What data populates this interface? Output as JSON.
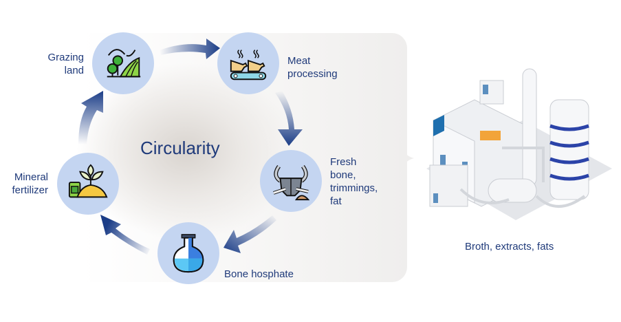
{
  "diagram": {
    "center_title": "Circularity",
    "nodes": [
      {
        "id": "grazing",
        "label_lines": [
          "Grazing",
          "land"
        ],
        "icon": "landscape-icon"
      },
      {
        "id": "meat",
        "label_lines": [
          "Meat",
          "processing"
        ],
        "icon": "meat-conveyor-icon"
      },
      {
        "id": "bone",
        "label_lines": [
          "Fresh",
          "bone,",
          "trimmings,",
          "fat"
        ],
        "icon": "animal-skull-icon"
      },
      {
        "id": "phosphate",
        "label_lines": [
          "Bone hosphate"
        ],
        "icon": "flask-icon"
      },
      {
        "id": "fertilizer",
        "label_lines": [
          "Mineral",
          "fertilizer"
        ],
        "icon": "plant-fertilizer-icon"
      }
    ],
    "output": {
      "label": "Broth, extracts, fats",
      "icon": "factory-icon"
    },
    "colors": {
      "text": "#1f3a7a",
      "arrow": "#1b3d87",
      "node_bg": "#c4d5f1",
      "panel": "#f2f1f0"
    }
  }
}
